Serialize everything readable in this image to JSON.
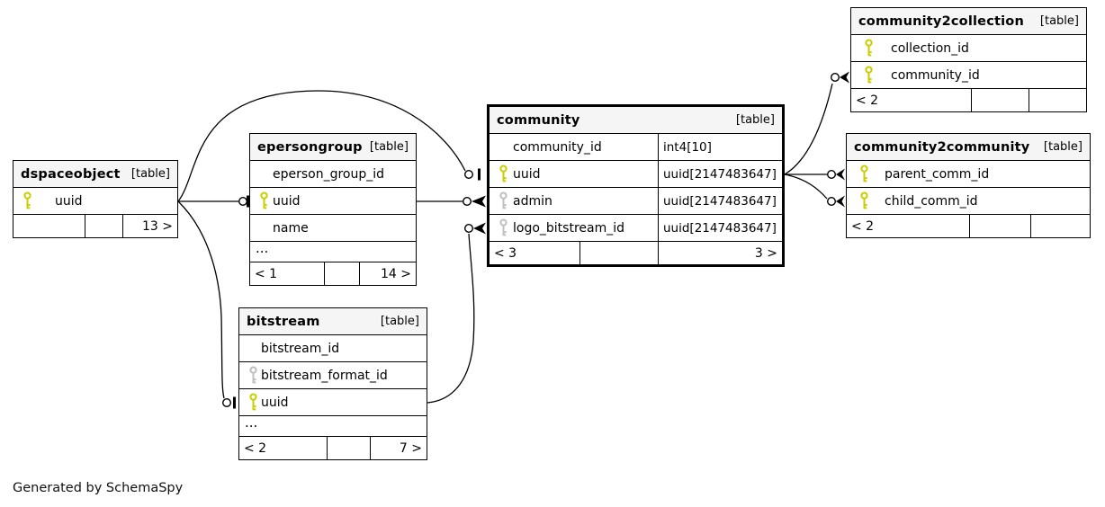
{
  "note": "Generated by SchemaSpy",
  "colors": {
    "primary_key": "#cccc00",
    "foreign_key": "#c0c0c0",
    "header_bg": "#f5f5f5",
    "line": "#000000"
  },
  "tables": {
    "dspaceobject": {
      "name": "dspaceobject",
      "tag": "[table]",
      "columns": [
        {
          "name": "uuid",
          "key": "primary"
        }
      ],
      "footer": {
        "left": "",
        "middle": "",
        "right": "13 >"
      }
    },
    "epersongroup": {
      "name": "epersongroup",
      "tag": "[table]",
      "columns": [
        {
          "name": "eperson_group_id",
          "key": "none"
        },
        {
          "name": "uuid",
          "key": "primary"
        },
        {
          "name": "name",
          "key": "none"
        }
      ],
      "ellipsis": "...",
      "footer": {
        "left": "< 1",
        "middle": "",
        "right": "14 >"
      }
    },
    "bitstream": {
      "name": "bitstream",
      "tag": "[table]",
      "columns": [
        {
          "name": "bitstream_id",
          "key": "none"
        },
        {
          "name": "bitstream_format_id",
          "key": "foreign"
        },
        {
          "name": "uuid",
          "key": "primary"
        }
      ],
      "ellipsis": "...",
      "footer": {
        "left": "< 2",
        "middle": "",
        "right": "7 >"
      }
    },
    "community": {
      "name": "community",
      "tag": "[table]",
      "columns": [
        {
          "name": "community_id",
          "type": "int4[10]",
          "key": "none"
        },
        {
          "name": "uuid",
          "type": "uuid[2147483647]",
          "key": "primary"
        },
        {
          "name": "admin",
          "type": "uuid[2147483647]",
          "key": "foreign"
        },
        {
          "name": "logo_bitstream_id",
          "type": "uuid[2147483647]",
          "key": "foreign"
        }
      ],
      "footer": {
        "left": "< 3",
        "middle": "",
        "right": "3 >"
      }
    },
    "community2collection": {
      "name": "community2collection",
      "tag": "[table]",
      "columns": [
        {
          "name": "collection_id",
          "key": "primary"
        },
        {
          "name": "community_id",
          "key": "primary"
        }
      ],
      "footer": {
        "left": "< 2",
        "middle": "",
        "right": ""
      }
    },
    "community2community": {
      "name": "community2community",
      "tag": "[table]",
      "columns": [
        {
          "name": "parent_comm_id",
          "key": "primary"
        },
        {
          "name": "child_comm_id",
          "key": "primary"
        }
      ],
      "footer": {
        "left": "< 2",
        "middle": "",
        "right": ""
      }
    }
  },
  "relationships": [
    {
      "child": "epersongroup.uuid",
      "parent": "dspaceobject.uuid",
      "child_marker": "circle-tee"
    },
    {
      "child": "community.uuid",
      "parent": "dspaceobject.uuid",
      "child_marker": "circle-tee"
    },
    {
      "child": "bitstream.uuid",
      "parent": "dspaceobject.uuid",
      "child_marker": "circle-tee"
    },
    {
      "child": "community.admin",
      "parent": "epersongroup.uuid",
      "child_marker": "circle-crow"
    },
    {
      "child": "community.logo_bitstream_id",
      "parent": "bitstream.uuid",
      "child_marker": "circle-crow"
    },
    {
      "child": "community2collection.community_id",
      "parent": "community.uuid",
      "child_marker": "circle-crow"
    },
    {
      "child": "community2community.parent_comm_id",
      "parent": "community.uuid",
      "child_marker": "circle-crow"
    },
    {
      "child": "community2community.child_comm_id",
      "parent": "community.uuid",
      "child_marker": "circle-crow"
    }
  ]
}
